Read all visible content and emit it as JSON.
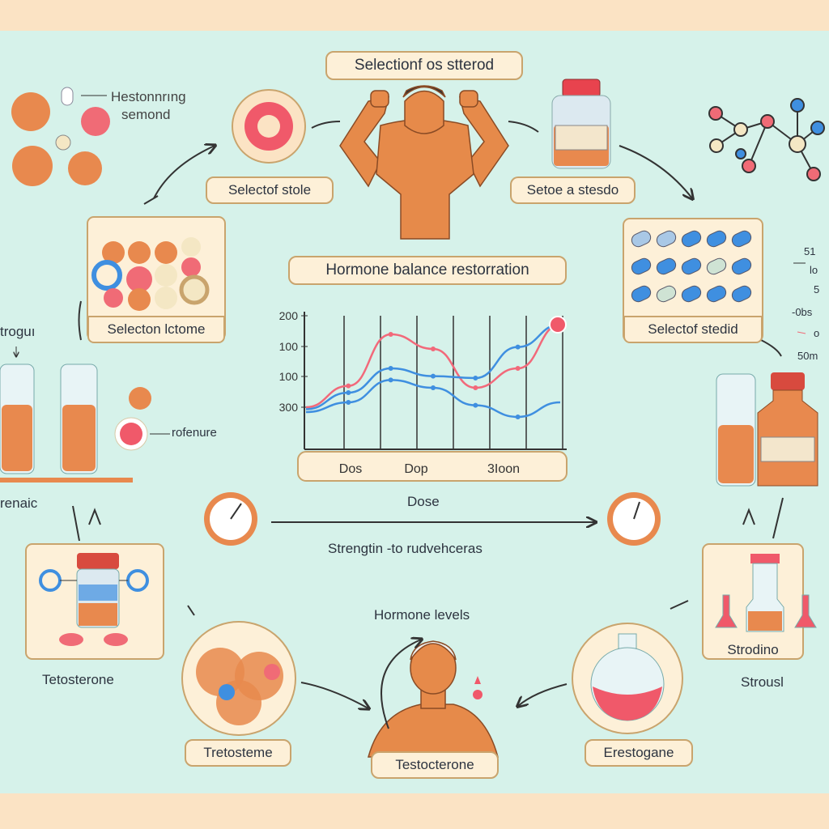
{
  "labels": {
    "title_top": "Selectionf os stterod",
    "select_left": "Selectof stole",
    "select_right": "Setoe a stesdo",
    "hmon_line1": "Hestonnrıng",
    "hmon_line2": "semond",
    "selection_lctome": "Selecton lctome",
    "hormone_balance": "Hormone balance restorration",
    "select_steaid": "Selectof stedid",
    "strogun": "troguı",
    "rofenure": "rofenure",
    "renaic": "renaic",
    "dose": "Dose",
    "strength": "Strengtin -to rudvehceras",
    "hormone_levels": "Hormone levels",
    "tetosterone": "Tetosterone",
    "strodino": "Strodino",
    "strousl": "Strousl",
    "tretosteme": "Tretosteme",
    "testocterone": "Testocterone",
    "erestogane": "Erestogane"
  },
  "side_notes": [
    "51",
    "lo",
    "5",
    "-0bs",
    "o",
    "50m"
  ],
  "chart_data": {
    "type": "line",
    "y_tick_labels": [
      "200",
      "100",
      "100",
      "300"
    ],
    "x_labels": [
      "Dos",
      "Dop",
      "3Ioon"
    ],
    "series": [
      {
        "color": "#f2697a",
        "values": [
          10,
          32,
          85,
          70,
          30,
          50,
          95
        ]
      },
      {
        "color": "#3f8fe0",
        "values": [
          8,
          25,
          50,
          42,
          40,
          72,
          95
        ]
      },
      {
        "color": "#3f8fe0",
        "values": [
          5,
          15,
          38,
          30,
          12,
          0,
          15
        ]
      }
    ]
  }
}
